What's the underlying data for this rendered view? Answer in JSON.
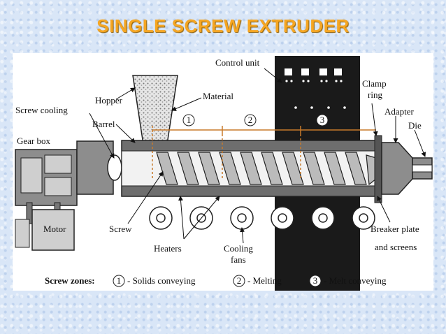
{
  "title": "SINGLE SCREW EXTRUDER",
  "labels": {
    "control_unit": "Control unit",
    "material": "Material",
    "hopper": "Hopper",
    "screw_cooling": "Screw cooling",
    "barrel": "Barrel",
    "gear_box": "Gear box",
    "motor": "Motor",
    "screw": "Screw",
    "heaters": "Heaters",
    "cooling_fans_line1": "Cooling",
    "cooling_fans_line2": "fans",
    "clamp_ring_line1": "Clamp",
    "clamp_ring_line2": "ring",
    "adapter": "Adapter",
    "die": "Die",
    "breaker_plate": "Breaker plate",
    "and_screens": "and screens"
  },
  "zones": {
    "heading": "Screw zones:",
    "items": [
      {
        "num": "1",
        "name": "- Solids conveying"
      },
      {
        "num": "2",
        "name": "- Melting"
      },
      {
        "num": "3",
        "name": "- Melt conveying"
      }
    ]
  },
  "colors": {
    "title": "#f5a623",
    "zone_line": "#c87a2a",
    "metal": "#6e6e6e",
    "control_panel": "#1a1a1a"
  }
}
